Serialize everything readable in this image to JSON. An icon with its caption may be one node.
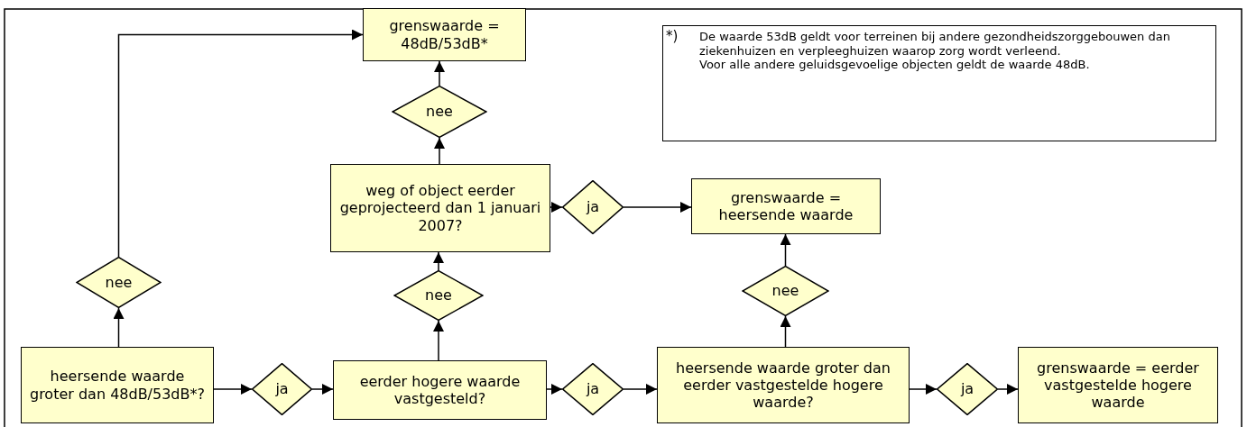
{
  "diagram": {
    "nodes": [
      {
        "text": [
          "grenswaarde = 48dB/53dB*"
        ]
      },
      {
        "text": [
          "*)",
          "De waarde 53dB geldt voor terreinen bij andere gezondheidszorggebouwen dan ziekenhuizen en verpleeghuizen waarop zorg wordt verleend.",
          "Voor alle andere geluidsgevoelige objecten geldt de waarde 48dB."
        ]
      },
      {
        "text": [
          "nee"
        ]
      },
      {
        "text": [
          "weg of object eerder geprojecteerd dan 1 januari 2007?"
        ]
      },
      {
        "text": [
          "ja"
        ]
      },
      {
        "text": [
          "grenswaarde = heersende waarde"
        ]
      },
      {
        "text": [
          "nee"
        ]
      },
      {
        "text": [
          "nee"
        ]
      },
      {
        "text": [
          "nee"
        ]
      },
      {
        "text": [
          "heersende waarde groter dan 48dB/53dB*?"
        ]
      },
      {
        "text": [
          "ja"
        ]
      },
      {
        "text": [
          "eerder hogere waarde vastgesteld?"
        ]
      },
      {
        "text": [
          "ja"
        ]
      },
      {
        "text": [
          "heersende waarde groter dan eerder vastgestelde hogere waarde?"
        ]
      },
      {
        "text": [
          "ja"
        ]
      },
      {
        "text": [
          "grenswaarde = eerder vastgestelde hogere waarde"
        ]
      }
    ],
    "edges": [
      {
        "from": 9,
        "to": 6,
        "arrow": "to"
      },
      {
        "from": 6,
        "to": 0,
        "arrow": "to"
      },
      {
        "from": 9,
        "to": 10,
        "arrow": "to"
      },
      {
        "from": 10,
        "to": 11,
        "arrow": "to"
      },
      {
        "from": 11,
        "to": 7,
        "arrow": "to"
      },
      {
        "from": 7,
        "to": 3,
        "arrow": "to"
      },
      {
        "from": 3,
        "to": 2,
        "arrow": "to"
      },
      {
        "from": 2,
        "to": 0,
        "arrow": "to"
      },
      {
        "from": 3,
        "to": 4,
        "arrow": "to"
      },
      {
        "from": 4,
        "to": 5,
        "arrow": "to"
      },
      {
        "from": 11,
        "to": 12,
        "arrow": "to"
      },
      {
        "from": 12,
        "to": 13,
        "arrow": "to"
      },
      {
        "from": 13,
        "to": 8,
        "arrow": "to"
      },
      {
        "from": 8,
        "to": 5,
        "arrow": "to"
      },
      {
        "from": 13,
        "to": 14,
        "arrow": "to"
      },
      {
        "from": 14,
        "to": 15,
        "arrow": "to"
      }
    ]
  }
}
